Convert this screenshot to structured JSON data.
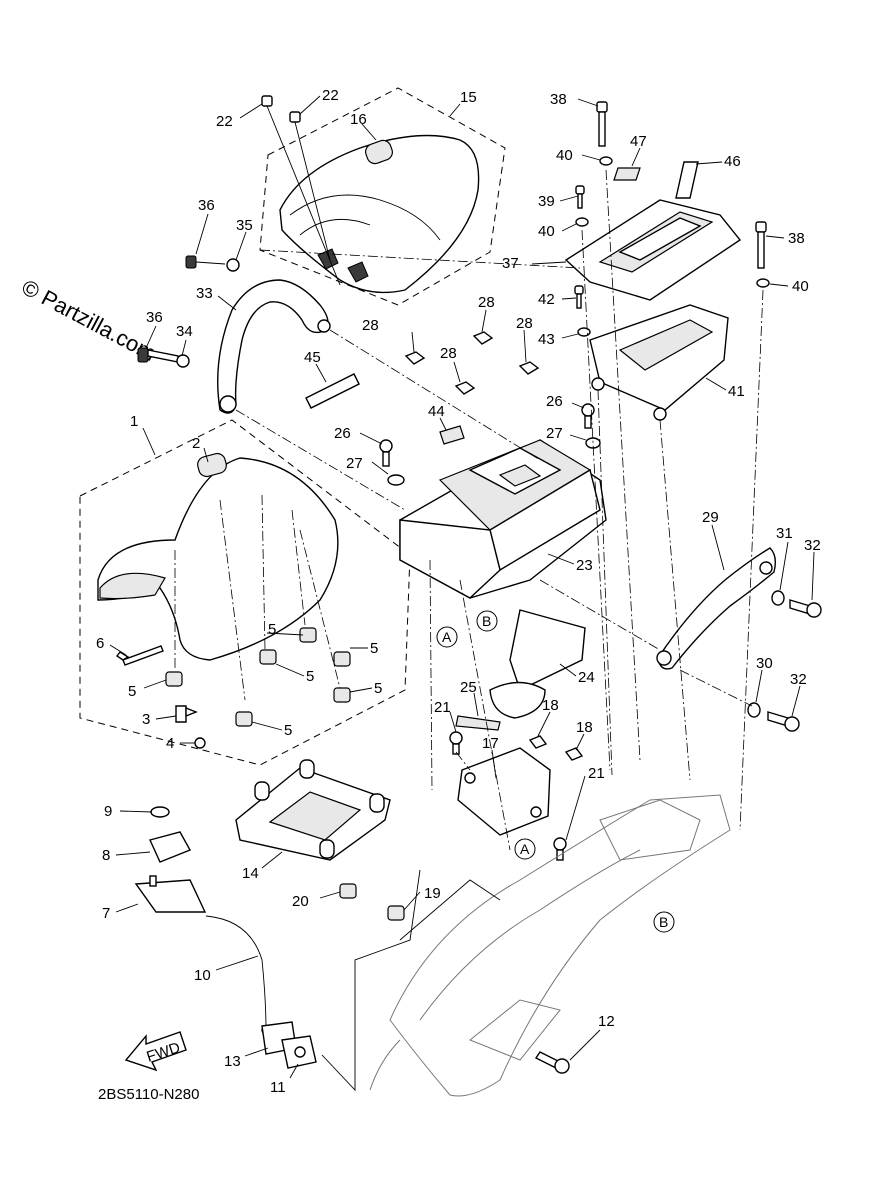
{
  "watermark": "© Partzilla.com",
  "diagram_code": "2BS5110-N280",
  "fwd_label": "FWD",
  "ref_markers": {
    "a": "A",
    "b": "B"
  },
  "callouts": [
    "1",
    "2",
    "3",
    "4",
    "5",
    "6",
    "7",
    "8",
    "9",
    "10",
    "11",
    "12",
    "13",
    "14",
    "15",
    "16",
    "17",
    "18",
    "19",
    "20",
    "21",
    "22",
    "23",
    "24",
    "25",
    "26",
    "27",
    "28",
    "29",
    "30",
    "31",
    "32",
    "33",
    "34",
    "35",
    "36",
    "37",
    "38",
    "39",
    "40",
    "41",
    "42",
    "43",
    "44",
    "45",
    "46",
    "47"
  ]
}
